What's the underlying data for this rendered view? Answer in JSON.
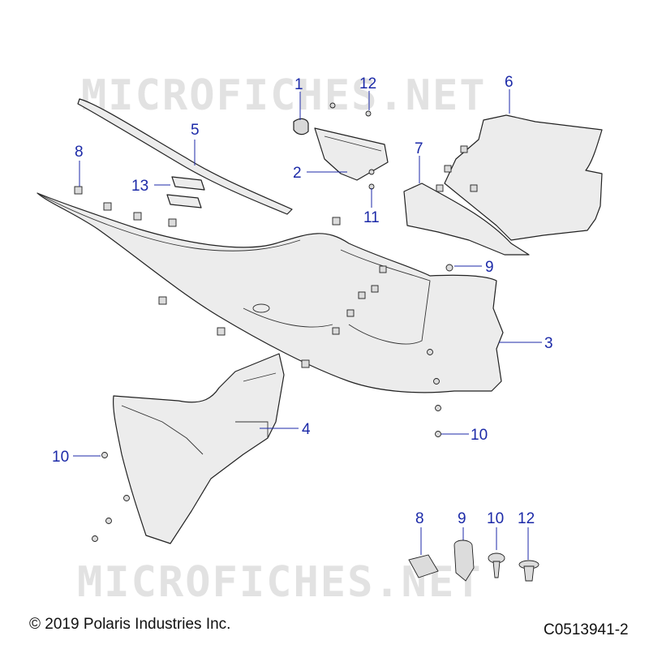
{
  "watermark": "MICROFICHES.NET",
  "callouts": {
    "c1": "1",
    "c2": "2",
    "c3": "3",
    "c4": "4",
    "c5": "5",
    "c6": "6",
    "c7": "7",
    "c8": "8",
    "c9": "9",
    "c10a": "10",
    "c10b": "10",
    "c11": "11",
    "c12": "12",
    "c13": "13"
  },
  "legend": {
    "l8": "8",
    "l9": "9",
    "l10": "10",
    "l12": "12"
  },
  "footer": {
    "copyright": "© 2019 Polaris Industries Inc.",
    "code": "C0513941-2"
  },
  "colors": {
    "callout": "#1c2aa8",
    "part_fill": "#ececec",
    "watermark": "#e2e2e2"
  }
}
